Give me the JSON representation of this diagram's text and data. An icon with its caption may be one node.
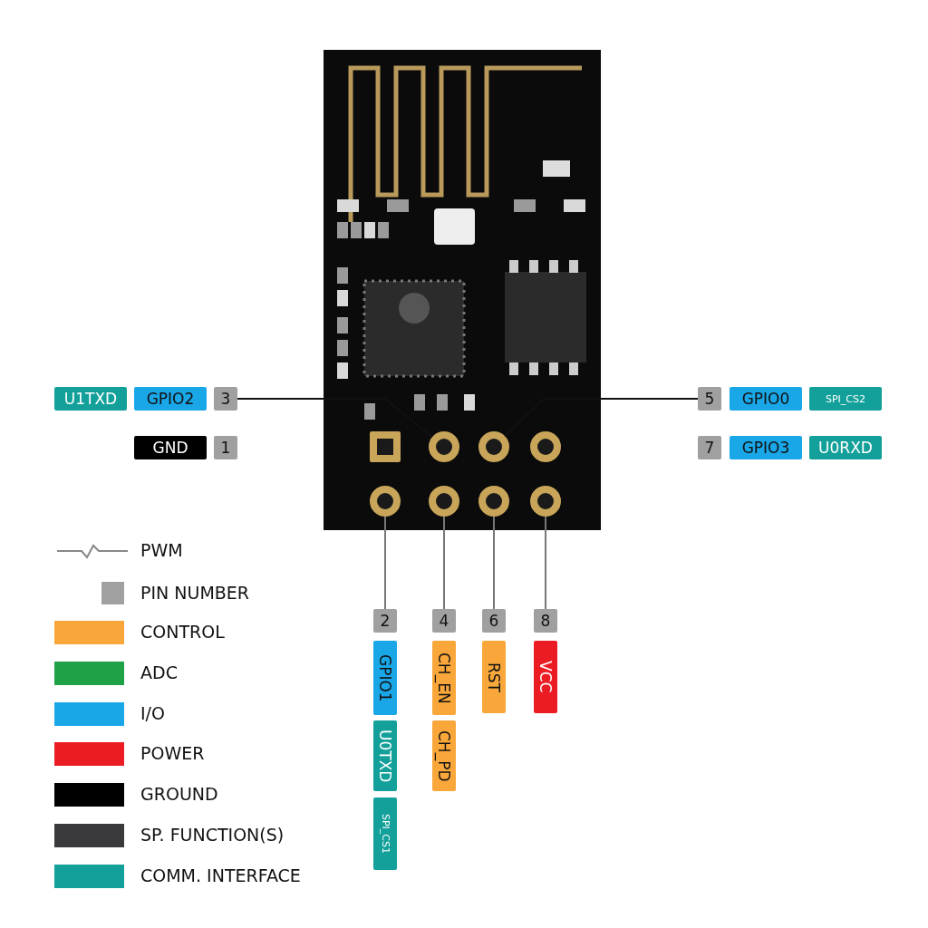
{
  "diagram": {
    "nodes": [
      {
        "text": [],
        "shape": "picture"
      },
      {
        "text": [],
        "shape": "box",
        "in": 0
      },
      {
        "text": [],
        "shape": "circle",
        "in": 0
      },
      {
        "text": [],
        "shape": "circle",
        "in": 0
      },
      {
        "text": [],
        "shape": "circle",
        "in": 0
      },
      {
        "text": [],
        "shape": "circle",
        "in": 0
      },
      {
        "text": [],
        "shape": "circle",
        "in": 0
      },
      {
        "text": [],
        "shape": "circle",
        "in": 0
      },
      {
        "text": [],
        "shape": "circle",
        "in": 0
      },
      {
        "text": [
          "U1TXD"
        ]
      },
      {
        "text": [
          "GPIO2"
        ]
      },
      {
        "text": [
          "3"
        ]
      },
      {
        "text": [
          "GND"
        ]
      },
      {
        "text": [
          "1"
        ]
      },
      {
        "text": [
          "5"
        ]
      },
      {
        "text": [
          "GPIO0"
        ]
      },
      {
        "text": [
          "SPI_CS2"
        ]
      },
      {
        "text": [
          "7"
        ]
      },
      {
        "text": [
          "GPIO3"
        ]
      },
      {
        "text": [
          "U0RXD"
        ]
      },
      {
        "text": [
          "2"
        ]
      },
      {
        "text": [
          "GPIO1"
        ]
      },
      {
        "text": [
          "U0TXD"
        ]
      },
      {
        "text": [
          "SPI_CS1"
        ]
      },
      {
        "text": [
          "4"
        ]
      },
      {
        "text": [
          "CH_EN"
        ]
      },
      {
        "text": [
          "CH_PD"
        ]
      },
      {
        "text": [
          "6"
        ]
      },
      {
        "text": [
          "RST"
        ]
      },
      {
        "text": [
          "8"
        ]
      },
      {
        "text": [
          "VCC"
        ]
      }
    ],
    "edges": [
      {
        "from": 11,
        "to": 2,
        "arrow": "none",
        "color": "#111111"
      },
      {
        "from": 14,
        "to": 3,
        "arrow": "none",
        "color": "#111111"
      },
      {
        "from": 20,
        "to": 5,
        "arrow": "none"
      },
      {
        "from": 24,
        "to": 6,
        "arrow": "none"
      },
      {
        "from": 27,
        "to": 7,
        "arrow": "none"
      },
      {
        "from": 29,
        "to": 8,
        "arrow": "none"
      }
    ],
    "legend": [
      {
        "text": "PWM"
      },
      {
        "text": "PIN NUMBER",
        "color": "#a0a0a0"
      },
      {
        "text": "CONTROL",
        "color": "#f9a73a"
      },
      {
        "text": "ADC",
        "color": "#1fa147"
      },
      {
        "text": "I/O",
        "color": "#1aa7e8"
      },
      {
        "text": "POWER",
        "color": "#ec1c24"
      },
      {
        "text": "GROUND",
        "color": "#000000"
      },
      {
        "text": "SP. FUNCTION(S)",
        "color": "#3a3a3c"
      },
      {
        "text": "COMM. INTERFACE",
        "color": "#14a09a"
      }
    ]
  }
}
